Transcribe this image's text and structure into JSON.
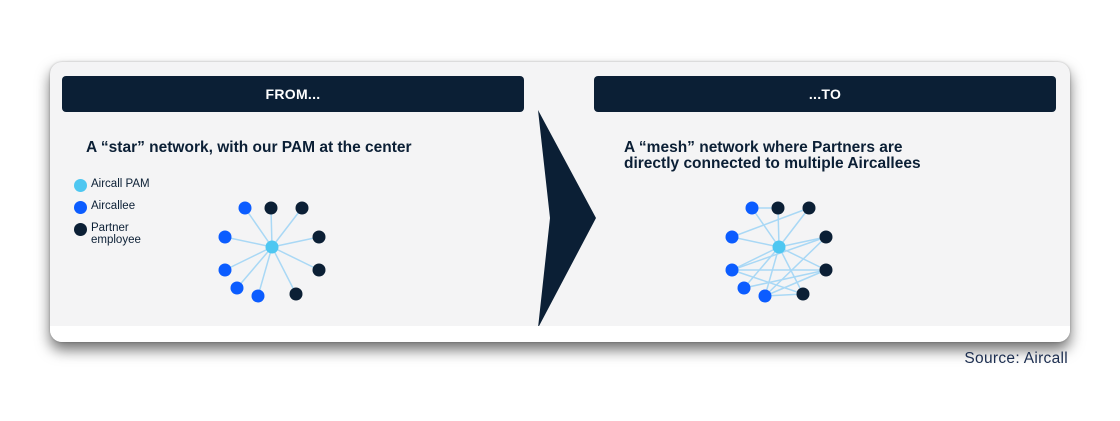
{
  "colors": {
    "navy": "#0b1f35",
    "pam": "#4ec7f1",
    "aircallee": "#0b5cff",
    "partner": "#0b1f35",
    "edge": "#a9d8f5"
  },
  "left": {
    "header": "FROM...",
    "heading": "A “star” network, with our PAM at the center"
  },
  "right": {
    "header": "...TO",
    "heading_line1": "A “mesh” network where Partners are",
    "heading_line2": "directly connected to multiple Aircallees"
  },
  "legend": [
    {
      "label": "Aircall PAM",
      "type": "pam"
    },
    {
      "label": "Aircallee",
      "type": "aircallee"
    },
    {
      "label": "Partner employee",
      "type": "partner"
    }
  ],
  "arrow_icon": "chevron-right-icon",
  "source": "Source: Aircall"
}
